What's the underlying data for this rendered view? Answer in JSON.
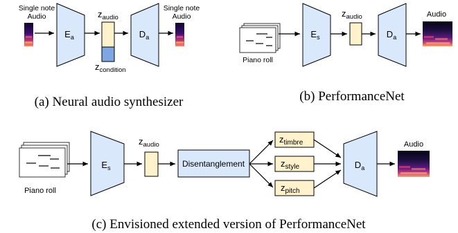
{
  "panel_a": {
    "input_label_line1": "Single note",
    "input_label_line2": "Audio",
    "encoder_base": "E",
    "encoder_sub": "a",
    "latent_base": "z",
    "latent_sub": "audio",
    "condition_base": "z",
    "condition_sub": "condition",
    "decoder_base": "D",
    "decoder_sub": "a",
    "output_label_line1": "Single note",
    "output_label_line2": "Audio",
    "caption": "(a) Neural audio synthesizer"
  },
  "panel_b": {
    "input_label": "Piano roll",
    "encoder_base": "E",
    "encoder_sub": "s",
    "latent_base": "z",
    "latent_sub": "audio",
    "decoder_base": "D",
    "decoder_sub": "a",
    "output_label": "Audio",
    "caption": "(b) PerformanceNet"
  },
  "panel_c": {
    "input_label": "Piano roll",
    "encoder_base": "E",
    "encoder_sub": "s",
    "latent_base": "z",
    "latent_sub": "audio",
    "disentangle_label": "Disentanglement",
    "factors": [
      {
        "base": "z",
        "sub": "timbre"
      },
      {
        "base": "z",
        "sub": "style"
      },
      {
        "base": "z",
        "sub": "pitch"
      }
    ],
    "decoder_base": "D",
    "decoder_sub": "a",
    "output_label": "Audio",
    "caption": "(c) Envisioned extended version of PerformanceNet"
  },
  "colors": {
    "block_fill": "#dae8fc",
    "latent_fill": "#fff2cc",
    "condition_fill": "#7ea6e0",
    "stroke": "#000000"
  }
}
